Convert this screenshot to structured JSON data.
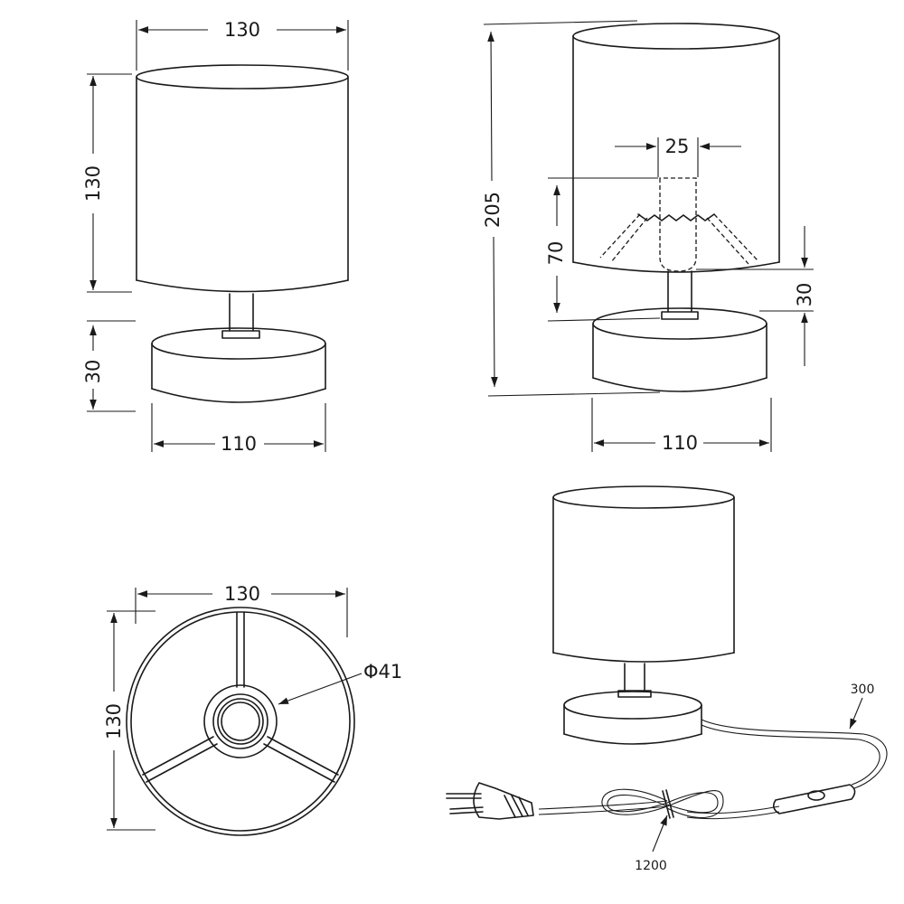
{
  "front_view": {
    "shade_width": "130",
    "shade_height": "130",
    "base_height": "30",
    "base_width": "110"
  },
  "side_view": {
    "total_height": "205",
    "socket_width": "25",
    "socket_height": "70",
    "base_height": "30",
    "base_width": "110"
  },
  "top_view": {
    "width": "130",
    "height": "130",
    "hole_diameter": "Φ41"
  },
  "cable_view": {
    "cable_to_switch": "300",
    "cable_length": "1200"
  }
}
